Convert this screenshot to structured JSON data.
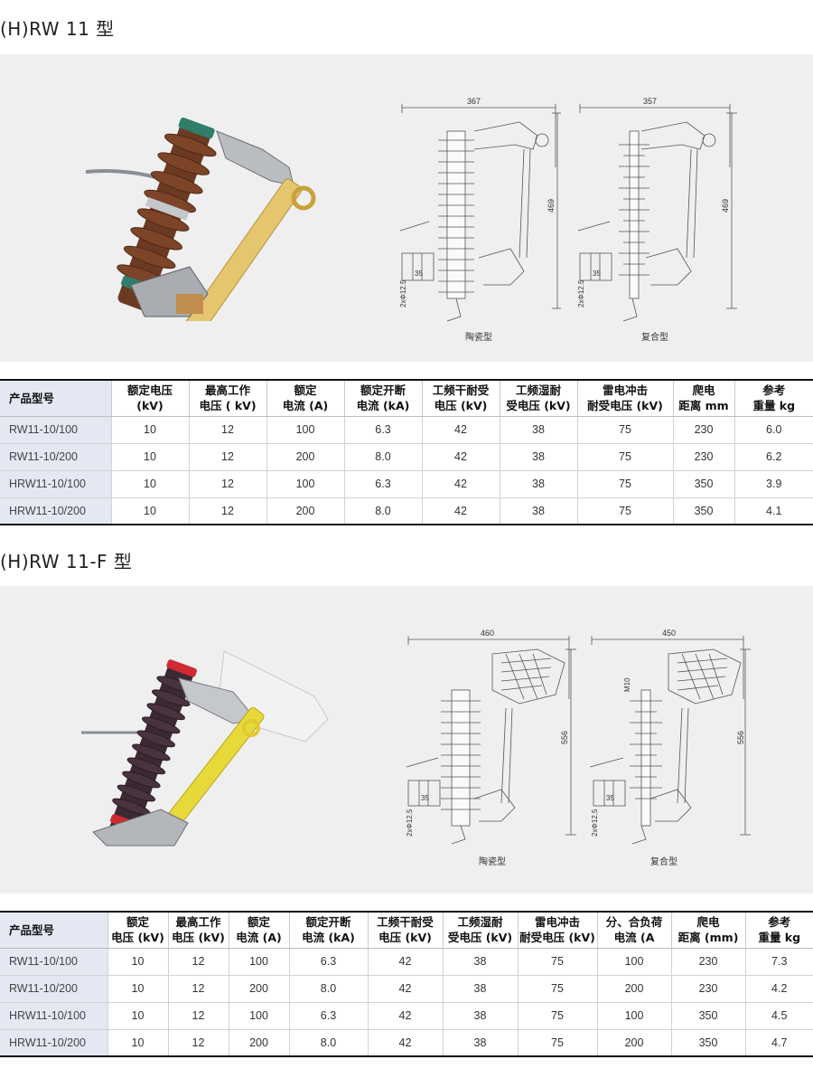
{
  "section1": {
    "title": "(H)RW 11 型",
    "drawings": {
      "left": {
        "width_dim": "367",
        "height_dim": "469",
        "hole_dim": "2xΦ12.5",
        "spacing_dim": "35",
        "caption": "陶瓷型"
      },
      "right": {
        "width_dim": "357",
        "height_dim": "469",
        "hole_dim": "2xΦ12.5",
        "spacing_dim": "35",
        "caption": "复合型"
      }
    },
    "table": {
      "headers": [
        [
          "产品型号"
        ],
        [
          "额定电压",
          "(kV)"
        ],
        [
          "最高工作",
          "电压 ( kV)"
        ],
        [
          "额定",
          "电流 (A)"
        ],
        [
          "额定开断",
          "电流 (kA)"
        ],
        [
          "工频干耐受",
          "电压 (kV)"
        ],
        [
          "工频湿耐",
          "受电压 (kV)"
        ],
        [
          "雷电冲击",
          "耐受电压 (kV)"
        ],
        [
          "爬电",
          "距离 mm"
        ],
        [
          "参考",
          "重量 kg"
        ]
      ],
      "rows": [
        [
          "RW11-10/100",
          "10",
          "12",
          "100",
          "6.3",
          "42",
          "38",
          "75",
          "230",
          "6.0"
        ],
        [
          "RW11-10/200",
          "10",
          "12",
          "200",
          "8.0",
          "42",
          "38",
          "75",
          "230",
          "6.2"
        ],
        [
          "HRW11-10/100",
          "10",
          "12",
          "100",
          "6.3",
          "42",
          "38",
          "75",
          "350",
          "3.9"
        ],
        [
          "HRW11-10/200",
          "10",
          "12",
          "200",
          "8.0",
          "42",
          "38",
          "75",
          "350",
          "4.1"
        ]
      ]
    }
  },
  "section2": {
    "title": "(H)RW 11-F 型",
    "drawings": {
      "left": {
        "width_dim": "460",
        "height_dim": "556",
        "hole_dim": "2xΦ12.5",
        "spacing_dim": "35",
        "caption": "陶瓷型"
      },
      "right": {
        "width_dim": "450",
        "height_dim": "556",
        "hole_dim": "2xΦ12.5",
        "spacing_dim": "35",
        "bolt_dim": "M10",
        "caption": "复合型"
      }
    },
    "table": {
      "headers": [
        [
          "产品型号"
        ],
        [
          "额定",
          "电压 (kV)"
        ],
        [
          "最高工作",
          "电压 (kV)"
        ],
        [
          "额定",
          "电流 (A)"
        ],
        [
          "额定开断",
          "电流 (kA)"
        ],
        [
          "工频干耐受",
          "电压 (kV)"
        ],
        [
          "工频湿耐",
          "受电压 (kV)"
        ],
        [
          "雷电冲击",
          "耐受电压 (kV)"
        ],
        [
          "分、合负荷",
          "电流 (A"
        ],
        [
          "爬电",
          "距离 (mm)"
        ],
        [
          "参考",
          "重量 kg"
        ]
      ],
      "rows": [
        [
          "RW11-10/100",
          "10",
          "12",
          "100",
          "6.3",
          "42",
          "38",
          "75",
          "100",
          "230",
          "7.3"
        ],
        [
          "RW11-10/200",
          "10",
          "12",
          "200",
          "8.0",
          "42",
          "38",
          "75",
          "200",
          "230",
          "4.2"
        ],
        [
          "HRW11-10/100",
          "10",
          "12",
          "100",
          "6.3",
          "42",
          "38",
          "75",
          "100",
          "350",
          "4.5"
        ],
        [
          "HRW11-10/200",
          "10",
          "12",
          "200",
          "8.0",
          "42",
          "38",
          "75",
          "200",
          "350",
          "4.7"
        ]
      ]
    }
  }
}
